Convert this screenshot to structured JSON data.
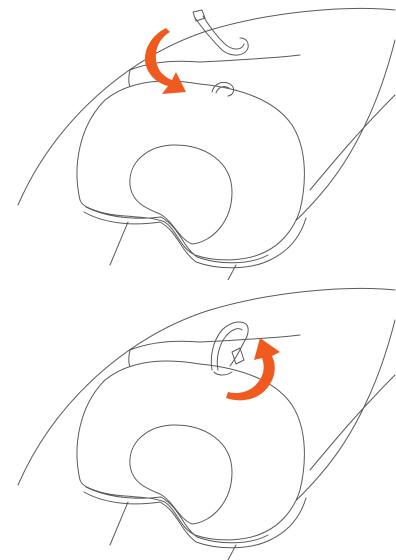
{
  "illustration": {
    "steps": [
      {
        "id": "step-1",
        "icon": "curved-arrow-down-icon",
        "arrow_direction": "down"
      },
      {
        "id": "step-2",
        "icon": "curved-arrow-up-icon",
        "arrow_direction": "up"
      }
    ],
    "colors": {
      "accent": "#f05a1e",
      "line": "#5a5a5a",
      "background": "#ffffff"
    }
  }
}
